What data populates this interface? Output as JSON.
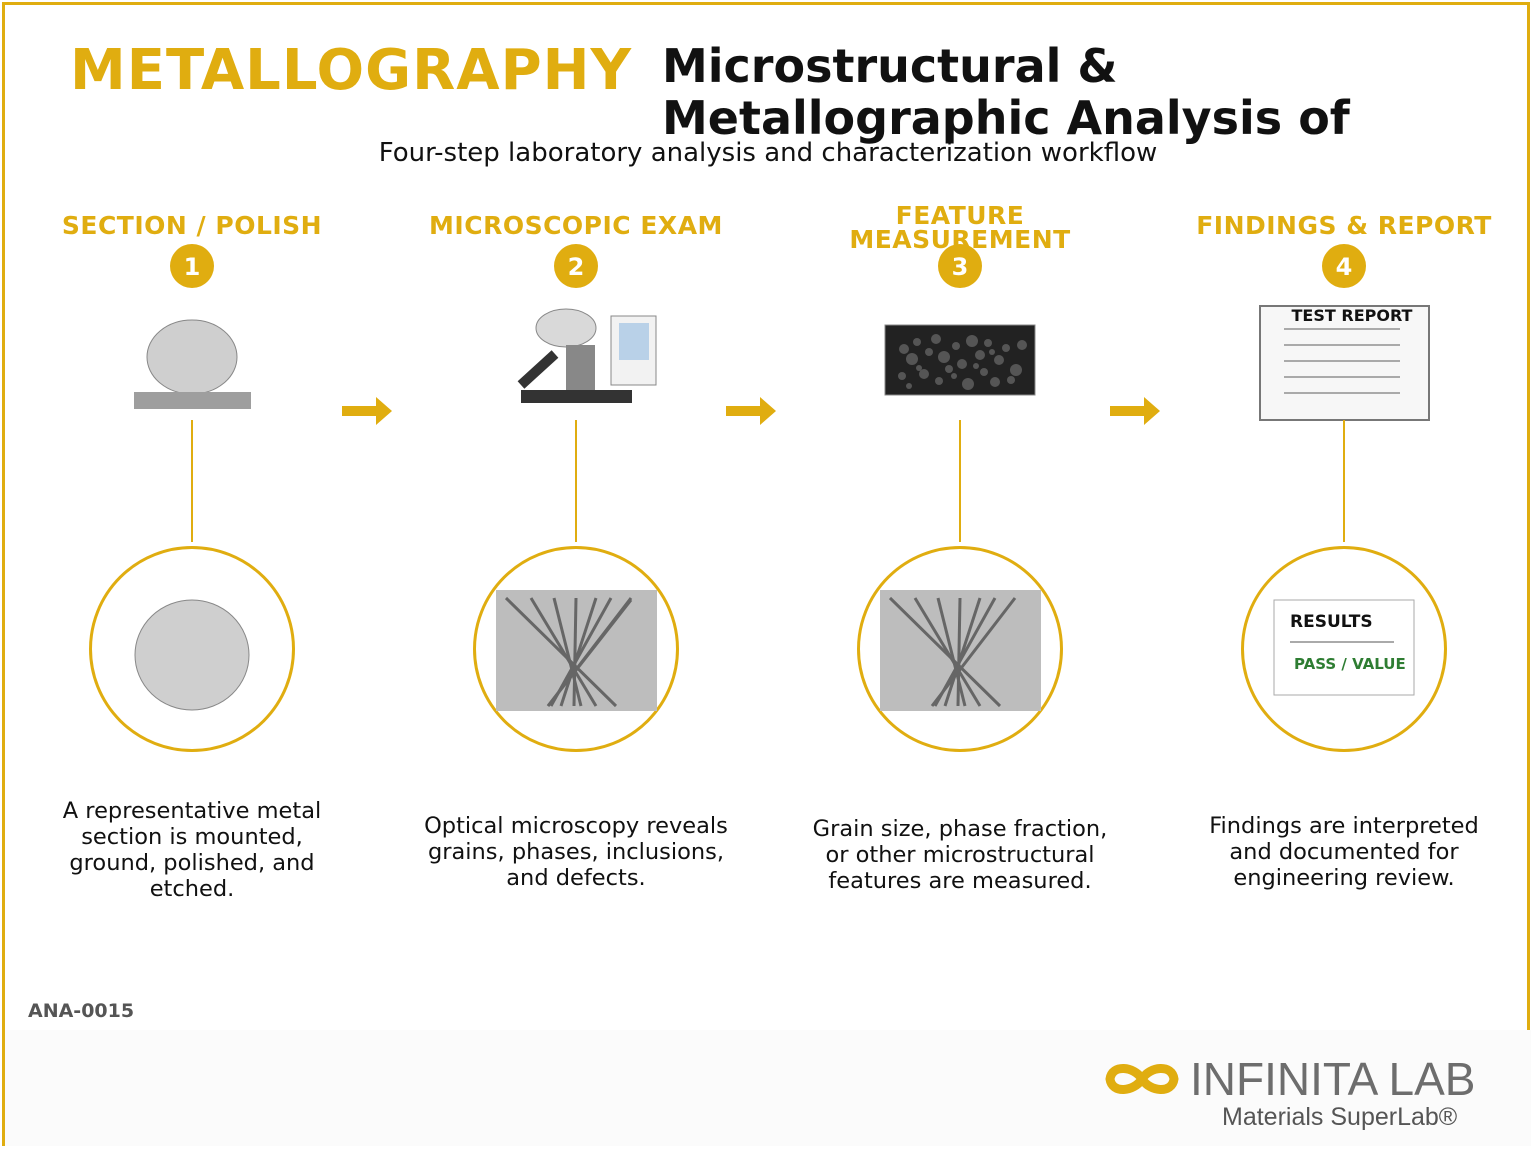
{
  "header": {
    "brand": "METALLOGRAPHY",
    "title_line1": "Microstructural &",
    "title_line2": "Metallographic Analysis of",
    "subtitle": "Four-step laboratory analysis and characterization workflow"
  },
  "steps": [
    {
      "number": "1",
      "title_line1": "SECTION / POLISH",
      "title_line2": "",
      "description": [
        "A representative metal",
        "section is mounted,",
        "ground, polished, and",
        "etched."
      ]
    },
    {
      "number": "2",
      "title_line1": "MICROSCOPIC EXAM",
      "title_line2": "",
      "description": [
        "Optical microscopy reveals",
        "grains, phases, inclusions,",
        "and defects."
      ]
    },
    {
      "number": "3",
      "title_line1": "FEATURE",
      "title_line2": "MEASUREMENT",
      "description": [
        "Grain size, phase fraction,",
        "or other microstructural",
        "features are measured."
      ]
    },
    {
      "number": "4",
      "title_line1": "FINDINGS & REPORT",
      "title_line2": "",
      "description": [
        "Findings are interpreted",
        "and documented for",
        "engineering review."
      ]
    }
  ],
  "report": {
    "heading": "TEST REPORT"
  },
  "results": {
    "heading": "RESULTS",
    "value": "PASS / VALUE"
  },
  "document_code": "ANA-0015",
  "logo": {
    "name": "INFINITA LAB",
    "tagline": "Materials SuperLab®"
  },
  "colors": {
    "accent": "#e0ad10",
    "text": "#111111",
    "pass": "#2e7d32",
    "gray": "#bdbdbd"
  }
}
